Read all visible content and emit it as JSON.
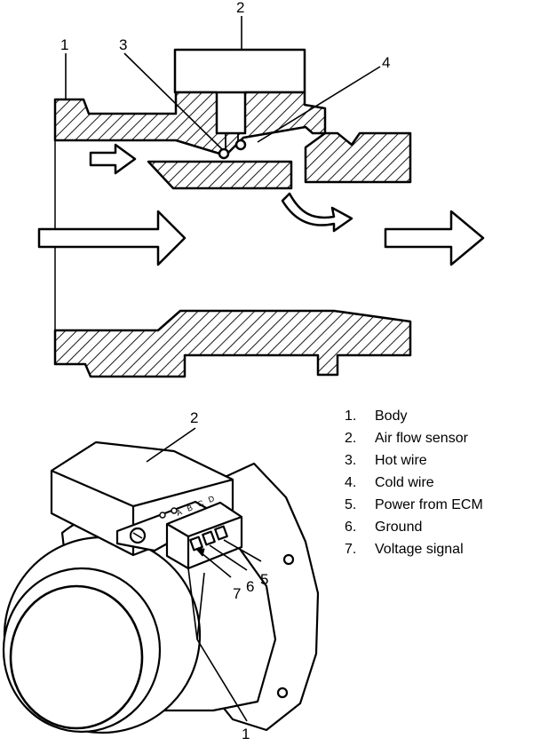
{
  "callouts": {
    "top_1": "1",
    "top_2": "2",
    "top_3": "3",
    "top_4": "4",
    "bottom_2": "2",
    "bottom_1": "1",
    "pin_7": "7",
    "pin_6": "6",
    "pin_5": "5"
  },
  "connector_letters": [
    "A",
    "B",
    "C",
    "D"
  ],
  "legend": [
    {
      "num": "1.",
      "text": "Body"
    },
    {
      "num": "2.",
      "text": "Air flow sensor"
    },
    {
      "num": "3.",
      "text": "Hot wire"
    },
    {
      "num": "4.",
      "text": "Cold wire"
    },
    {
      "num": "5.",
      "text": "Power from ECM"
    },
    {
      "num": "6.",
      "text": "Ground"
    },
    {
      "num": "7.",
      "text": "Voltage signal"
    }
  ],
  "colors": {
    "ink": "#000000",
    "paper": "#ffffff"
  },
  "icons": [
    "flow-arrow-icon",
    "connector-icon",
    "screw-icon"
  ]
}
